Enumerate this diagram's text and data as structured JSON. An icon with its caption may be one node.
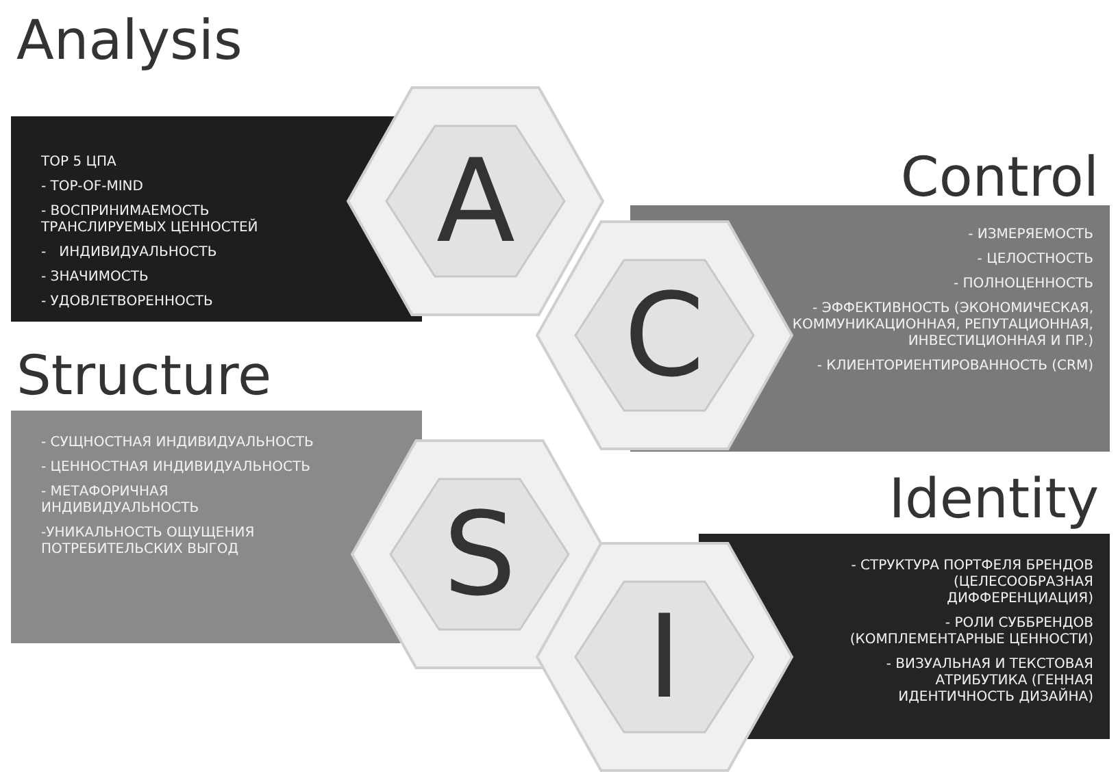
{
  "diagram": {
    "nodes": [
      {
        "text": [
          "Analysis",
          "TOP 5 ЦПА",
          "- TOP-OF-MIND",
          "- ВОСПРИНИМАЕМОСТЬ ТРАНСЛИРУЕМЫХ ЦЕННОСТЕЙ",
          "-   ИНДИВИДУАЛЬНОСТЬ",
          "- ЗНАЧИМОСТЬ",
          "- УДОВЛЕТВОРЕННОСТЬ"
        ]
      },
      {
        "text": [
          "A"
        ]
      },
      {
        "text": [
          "Control",
          "- ИЗМЕРЯЕМОСТЬ",
          "- ЦЕЛОСТНОСТЬ",
          "- ПОЛНОЦЕННОСТЬ",
          "- ЭФФЕКТИВНОСТЬ (ЭКОНОМИЧЕСКАЯ, КОММУНИКАЦИОННАЯ, РЕПУТАЦИОННАЯ, ИНВЕСТИЦИОННАЯ И ПР.)",
          "- КЛИЕНТОРИЕНТИРОВАННОСТЬ (CRM)"
        ]
      },
      {
        "text": [
          "C"
        ]
      },
      {
        "text": [
          "Structure",
          "- СУЩНОСТНАЯ ИНДИВИДУАЛЬНОСТЬ",
          "- ЦЕННОСТНАЯ ИНДИВИДУАЛЬНОСТЬ",
          "- МЕТАФОРИЧНАЯ ИНДИВИДУАЛЬНОСТЬ",
          "-УНИКАЛЬНОСТЬ ОЩУЩЕНИЯ ПОТРЕБИТЕЛЬСКИХ ВЫГОД"
        ]
      },
      {
        "text": [
          "S"
        ]
      },
      {
        "text": [
          "Identity",
          "- СТРУКТУРА ПОРТФЕЛЯ БРЕНДОВ (ЦЕЛЕСООБРАЗНАЯ ДИФФЕРЕНЦИАЦИЯ)",
          "- РОЛИ СУББРЕНДОВ (КОМПЛЕМЕНТАРНЫЕ ЦЕННОСТИ)",
          "- ВИЗУАЛЬНАЯ И ТЕКСТОВАЯ АТРИБУТИКА (ГЕННАЯ ИДЕНТИЧНОСТЬ ДИЗАЙНА)"
        ]
      },
      {
        "text": [
          "I"
        ]
      }
    ]
  }
}
